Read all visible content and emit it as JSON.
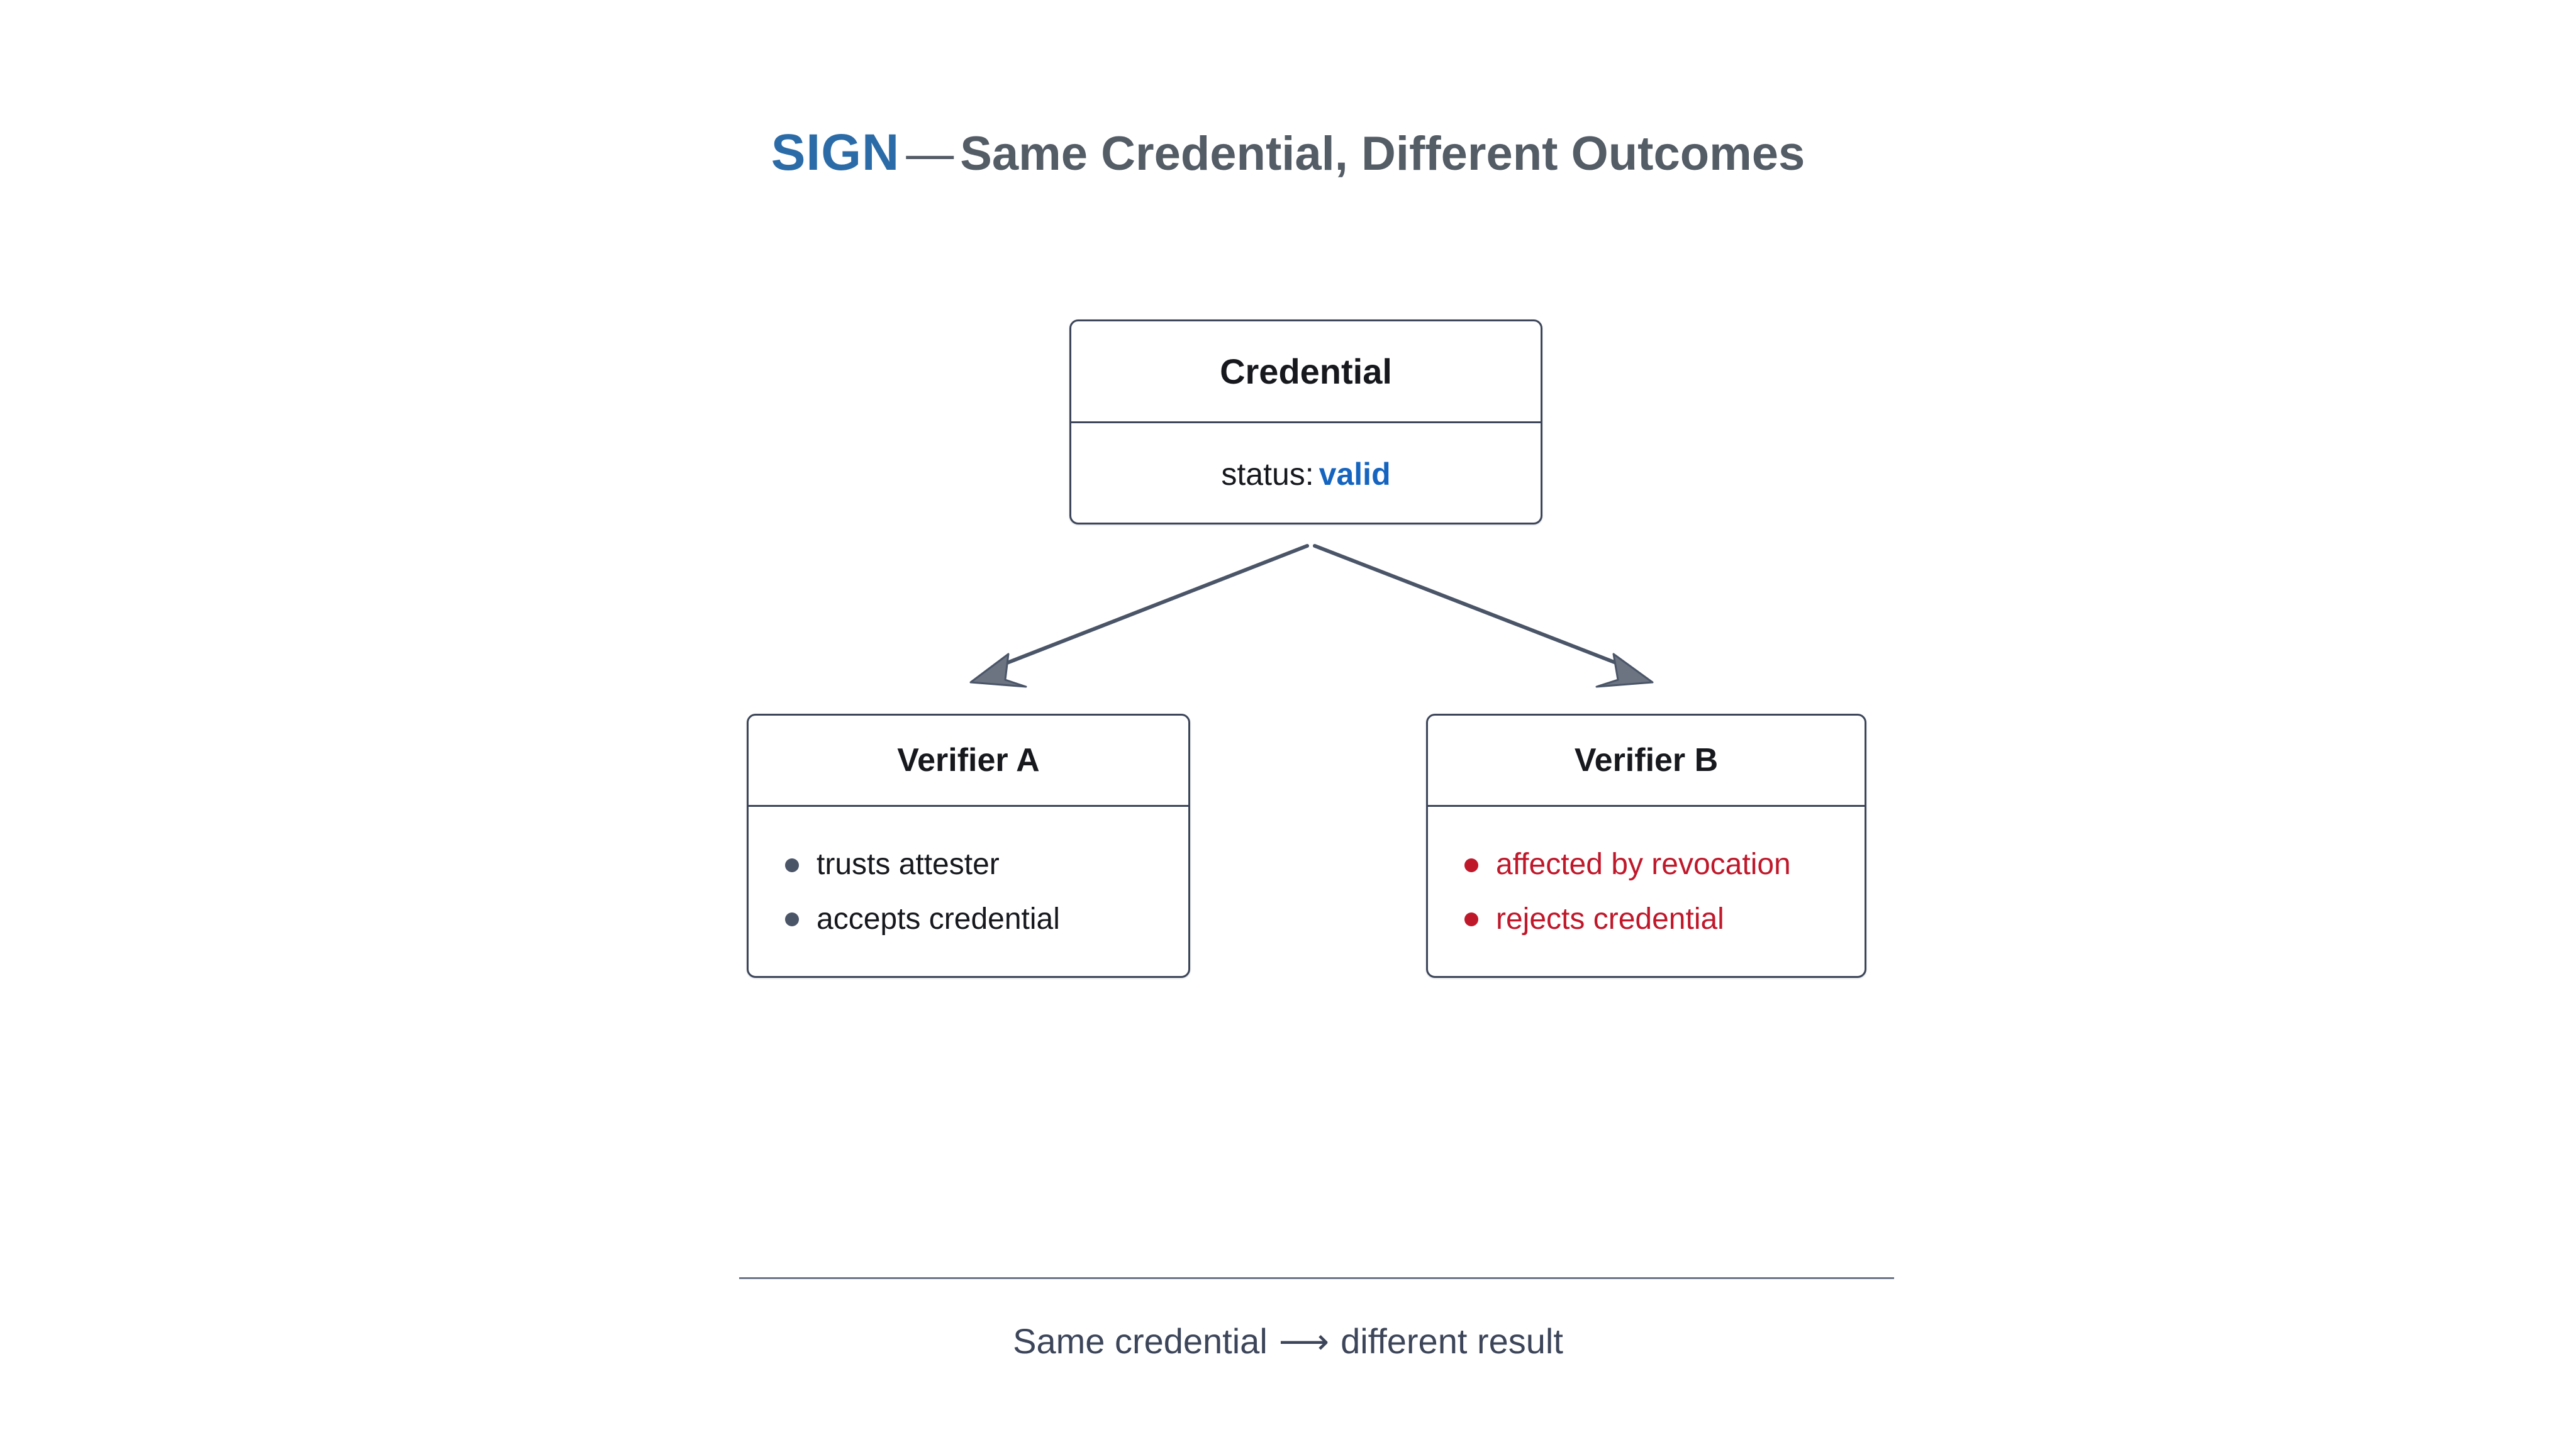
{
  "title": {
    "brand": "SIGN",
    "dash": "—",
    "rest": "Same Credential, Different Outcomes",
    "brand_color": "#2b6ca8",
    "rest_color": "#545c66"
  },
  "diagram": {
    "credential": {
      "header": "Credential",
      "status_label": "status:",
      "status_value": "valid",
      "status_value_color": "#1565c0"
    },
    "verifiers": [
      {
        "header": "Verifier A",
        "tone": "neutral",
        "accent_color": "#4a5568",
        "bullets": [
          "trusts attester",
          "accepts credential"
        ]
      },
      {
        "header": "Verifier B",
        "tone": "danger",
        "accent_color": "#c0182b",
        "bullets": [
          "affected by revocation",
          "rejects credential"
        ]
      }
    ],
    "connectors": [
      {
        "name": "credential-to-verifier-a",
        "direction": "down-left"
      },
      {
        "name": "credential-to-verifier-b",
        "direction": "down-right"
      }
    ],
    "border_color": "#3c4559"
  },
  "footer": {
    "text_before": "Same credential",
    "arrow": "⟶",
    "text_after": "different result",
    "color": "#3c4559"
  }
}
